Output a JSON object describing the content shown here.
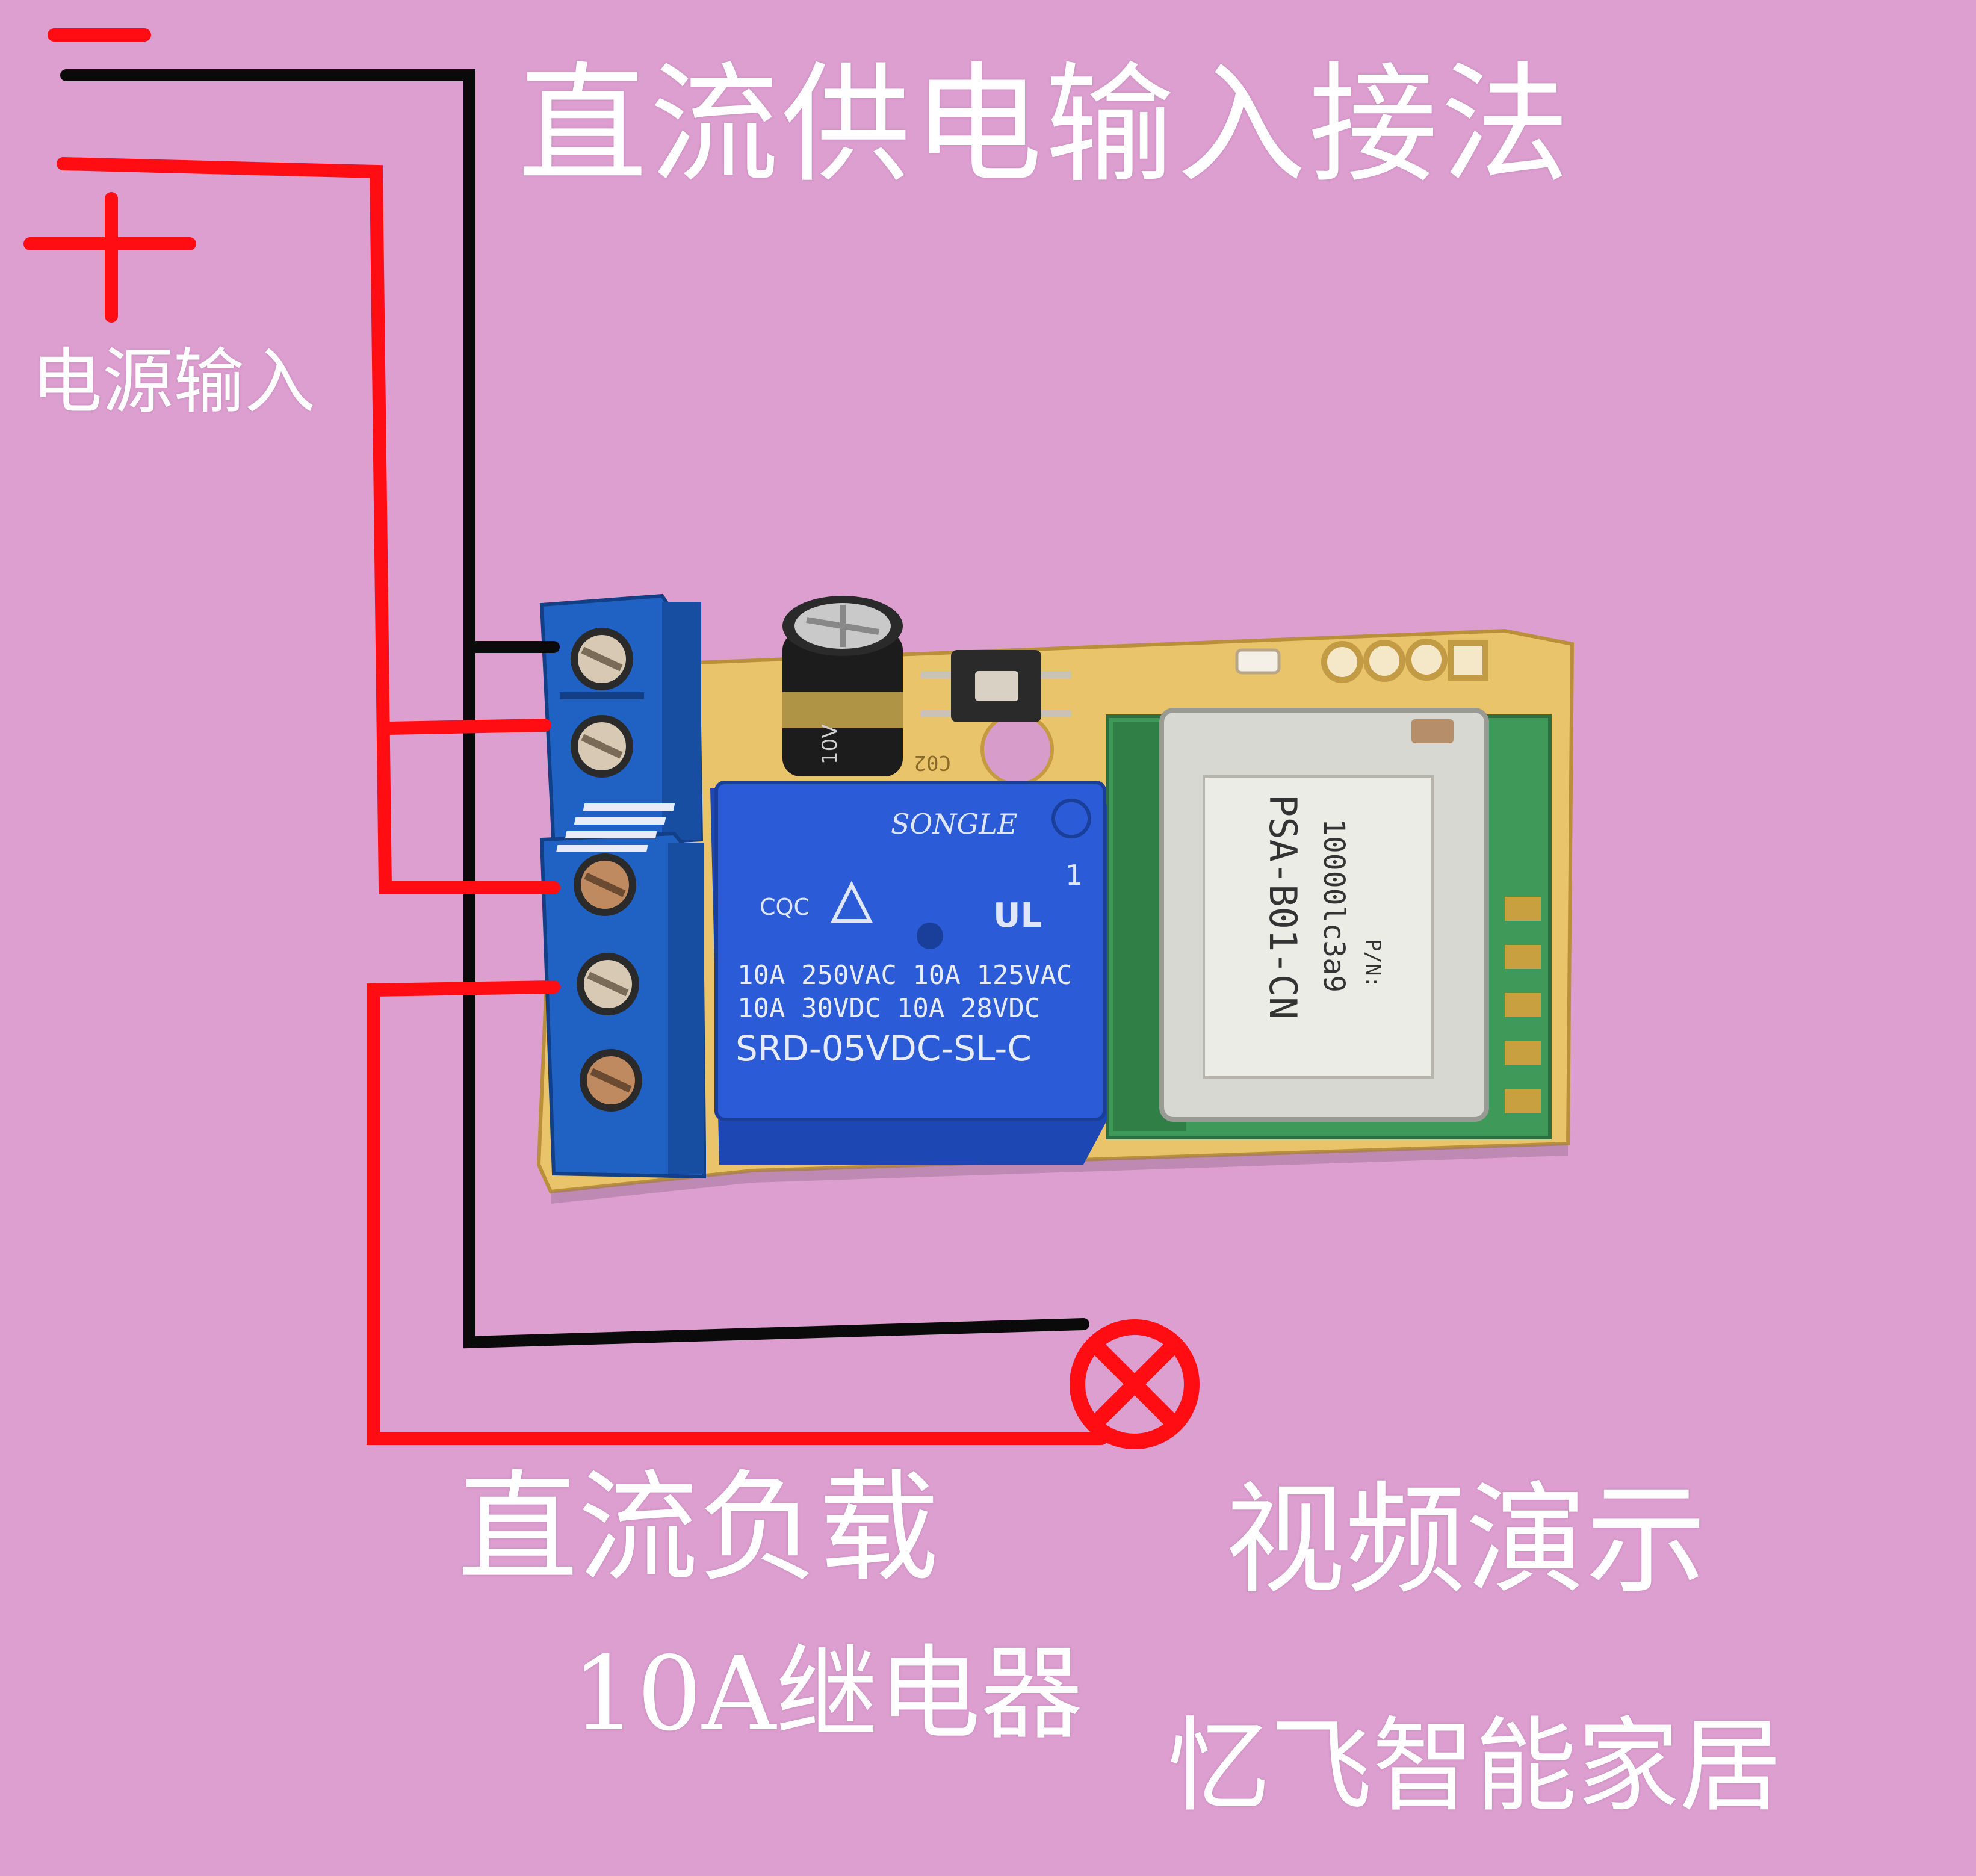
{
  "image": {
    "background_color": "#dc9fd0",
    "texts": {
      "title": "直流供电输入接法",
      "power_input": "电源输入",
      "dc_load": "直流负载",
      "video_demo": "视频演示",
      "relay": "10A继电器",
      "brand": "忆飞智能家居"
    },
    "polarity_marks": {
      "negative": "-",
      "positive": "+"
    },
    "board": {
      "relay_brand": "SONGLE",
      "relay_cert": "CQC",
      "relay_pin": "1",
      "relay_rating_line1": "10A 250VAC  10A 125VAC",
      "relay_rating_line2": "10A 30VDC  10A 28VDC",
      "relay_model": "SRD-05VDC-SL-C",
      "module_model": "PSA-B01-CN",
      "module_serial": "10000lc3a9",
      "module_pn": "P/N:",
      "capacitor_label": "10V",
      "pcb_label": "C02"
    },
    "colors": {
      "wire_red": "#ff0d12",
      "wire_black": "#0a0a0a",
      "pcb_yellow": "#e9c46a",
      "terminal_blue": "#1f62c4",
      "relay_blue": "#2b5bd6",
      "shield_silver": "#d8d8d2",
      "module_green": "#3f9a5a"
    }
  }
}
